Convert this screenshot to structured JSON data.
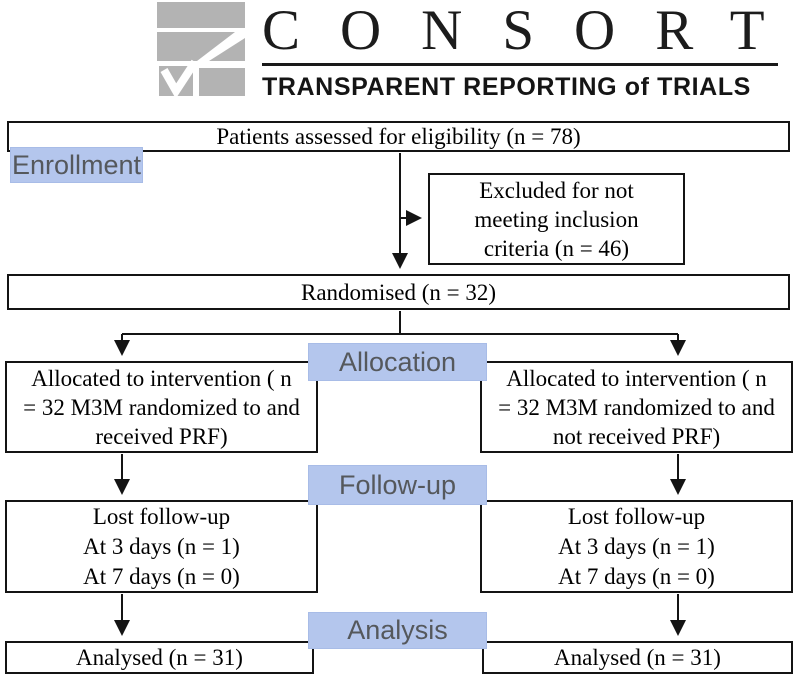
{
  "logo": {
    "title": "CONSORT",
    "subtitle": "TRANSPARENT REPORTING of TRIALS",
    "mark_icon": "consort-bars-checkmark-icon",
    "gray": "#b3b3b3"
  },
  "colors": {
    "phase_label_bg": "#b4c6ed",
    "phase_label_text": "#55585c",
    "box_border": "#141414",
    "line_color": "#141414"
  },
  "phase_labels": {
    "enrollment": "Enrollment",
    "allocation": "Allocation",
    "followup": "Follow-up",
    "analysis": "Analysis"
  },
  "boxes": {
    "eligibility": {
      "text": "Patients assessed for eligibility (n = 78)"
    },
    "excluded": {
      "lines": [
        "Excluded for not",
        "meeting inclusion",
        "criteria (n = 46)"
      ]
    },
    "randomised": {
      "text": "Randomised (n = 32)"
    },
    "allocated_left": {
      "lines": [
        "Allocated to intervention ( n",
        "= 32 M3M randomized to and",
        "received PRF)"
      ]
    },
    "allocated_right": {
      "lines": [
        "Allocated to intervention ( n",
        "= 32 M3M randomized to and",
        "not received PRF)"
      ]
    },
    "followup_left": {
      "lines": [
        "Lost follow-up",
        "At 3 days (n = 1)",
        "At 7 days (n = 0)"
      ]
    },
    "followup_right": {
      "lines": [
        "Lost follow-up",
        "At 3 days (n = 1)",
        "At 7 days (n = 0)"
      ]
    },
    "analysed_left": {
      "text": "Analysed (n = 31)"
    },
    "analysed_right": {
      "text": "Analysed (n = 31)"
    }
  }
}
